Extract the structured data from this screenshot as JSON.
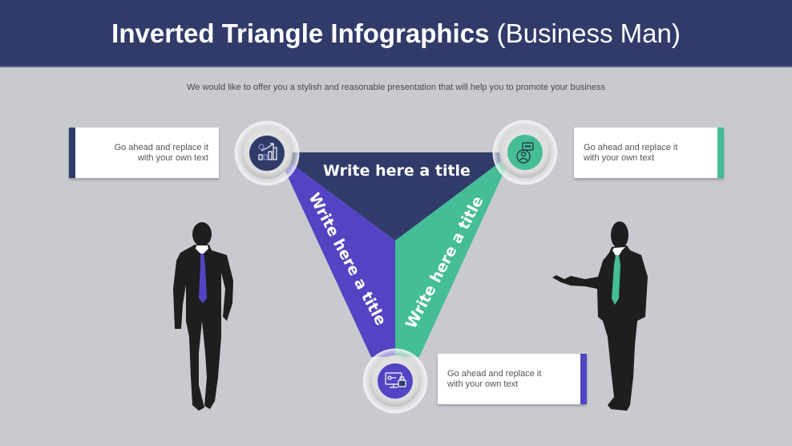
{
  "header": {
    "title_bold": "Inverted Triangle Infographics",
    "title_light": "(Business Man)",
    "subtitle": "We would like to offer you a stylish and reasonable presentation that will help you to promote your business"
  },
  "colors": {
    "navy": "#303b6a",
    "purple": "#5244c2",
    "green": "#45bd96",
    "background": "#c8cacf",
    "silhouette": "#1e1e1e"
  },
  "triangle": {
    "top_title": "Write here a title",
    "left_title": "Write here a title",
    "right_title": "Write here a title"
  },
  "cards": [
    {
      "id": "top-left",
      "line1": "Go ahead and replace it",
      "line2": "with your own text",
      "accent": "navy"
    },
    {
      "id": "top-right",
      "line1": "Go ahead and replace it",
      "line2": "with your own text",
      "accent": "green"
    },
    {
      "id": "bottom",
      "line1": "Go ahead and replace it",
      "line2": "with your own text",
      "accent": "purple"
    }
  ],
  "icons": [
    {
      "position": "top-left",
      "name": "growth-chart-gear-icon"
    },
    {
      "position": "top-right",
      "name": "user-chat-icon"
    },
    {
      "position": "bottom",
      "name": "monitor-key-lock-icon"
    }
  ],
  "figures": [
    {
      "position": "left",
      "name": "walking-businessman",
      "tie_color": "purple"
    },
    {
      "position": "right",
      "name": "presenting-businessman",
      "tie_color": "green"
    }
  ]
}
